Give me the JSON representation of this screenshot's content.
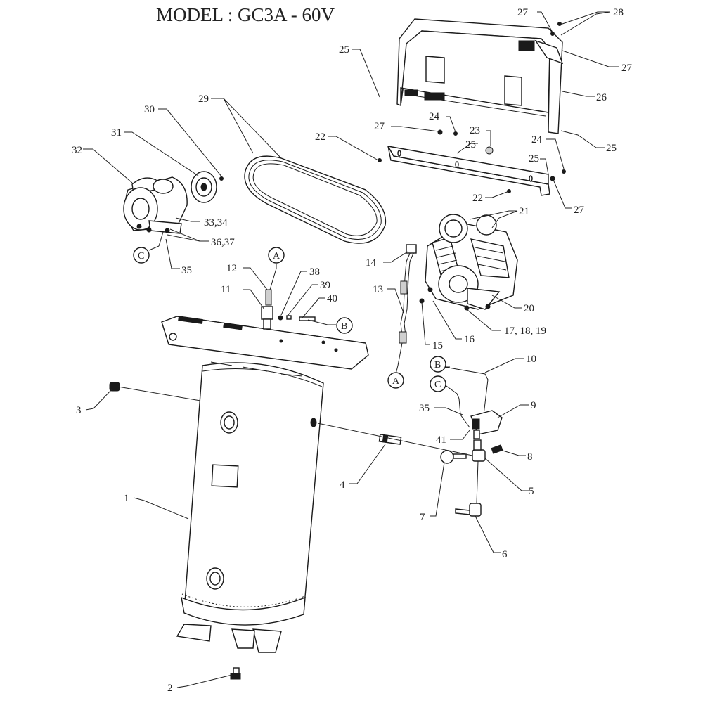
{
  "title": "MODEL : GC3A - 60V",
  "callouts": {
    "c1": "1",
    "c2": "2",
    "c3": "3",
    "c4": "4",
    "c5": "5",
    "c6": "6",
    "c7": "7",
    "c8": "8",
    "c9": "9",
    "c10": "10",
    "c11": "11",
    "c12": "12",
    "c13": "13",
    "c14": "14",
    "c15": "15",
    "c16": "16",
    "c17_18_19": "17, 18, 19",
    "c20": "20",
    "c21": "21",
    "c22a": "22",
    "c22b": "22",
    "c23": "23",
    "c24a": "24",
    "c24b": "24",
    "c25a": "25",
    "c25b": "25",
    "c25c": "25",
    "c25d": "25",
    "c26": "26",
    "c27a": "27",
    "c27b": "27",
    "c27c": "27",
    "c27d": "27",
    "c28": "28",
    "c29": "29",
    "c30": "30",
    "c31": "31",
    "c32": "32",
    "c33_34": "33,34",
    "c35a": "35",
    "c35b": "35",
    "c36_37": "36,37",
    "c38": "38",
    "c39": "39",
    "c40": "40",
    "c41": "41"
  },
  "connectors": {
    "a_top": "A",
    "a_bottom": "A",
    "b_right": "B",
    "b_switch": "B",
    "c_motor": "C",
    "c_switch": "C"
  }
}
